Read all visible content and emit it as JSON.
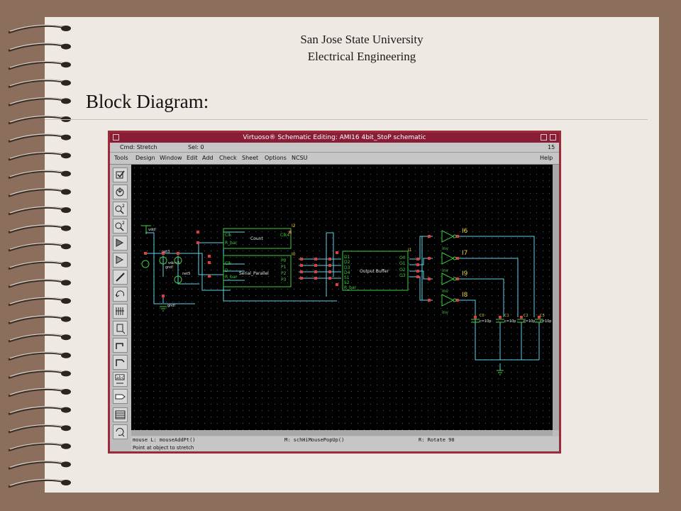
{
  "slide": {
    "header_line1": "San Jose State University",
    "header_line2": "Electrical Engineering",
    "title": "Block Diagram:"
  },
  "window": {
    "title": "Virtuoso® Schematic Editing: AMI16 4bit_StoP schematic",
    "cmd": "Cmd: Stretch",
    "sel": "Sel: 0",
    "number": "15",
    "menus": [
      "Tools",
      "Design",
      "Window",
      "Edit",
      "Add",
      "Check",
      "Sheet",
      "Options",
      "NCSU"
    ],
    "help": "Help",
    "mouse_l": "mouse L: mouseAddPt()",
    "mouse_m": "M: schHiMousePopUp()",
    "mouse_r": "R: Rotate 90",
    "prompt": "Point at object to stretch"
  },
  "schematic": {
    "count_block": {
      "name": "Count",
      "inputs": [
        "Clk",
        "R_bar"
      ],
      "outputs": [
        "Clk4"
      ],
      "label": "I2"
    },
    "sp_block": {
      "name": "Serial_Parallel",
      "inputs": [
        "Clk",
        "D",
        "R_bar"
      ],
      "outputs": [
        "P0",
        "P1",
        "P2",
        "P3"
      ],
      "label": "I0"
    },
    "ob_block": {
      "name": "Output Buffer",
      "inputs": [
        "D1",
        "D2",
        "D3",
        "D4",
        "S1",
        "S2",
        "R_bar"
      ],
      "outputs": [
        "O0",
        "O1",
        "O2",
        "O3"
      ],
      "label": "I1"
    },
    "inverters": [
      "I6",
      "I7",
      "I9",
      "I8"
    ],
    "inv_text": "inv",
    "caps": [
      {
        "name": "C0",
        "value": "c=10p"
      },
      {
        "name": "C1",
        "value": "c=10p"
      },
      {
        "name": "C2",
        "value": "c=10p"
      },
      {
        "name": "C3",
        "value": "c=10p"
      }
    ],
    "sources": {
      "vdd": "vdd!",
      "gnd": "gnd!",
      "net3": "net3",
      "net5": "net5",
      "v_dc": "vdc=5",
      "gnd_label": "gnd!"
    }
  }
}
